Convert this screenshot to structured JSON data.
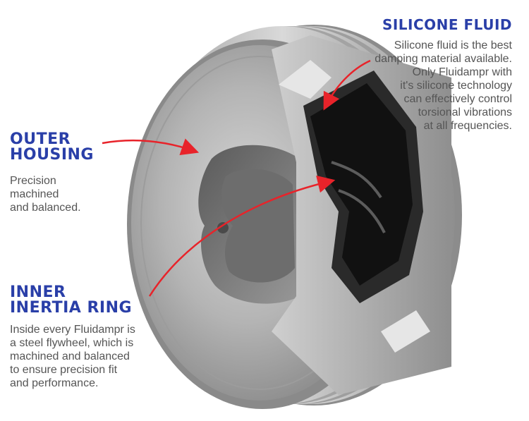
{
  "labels": {
    "silicone_fluid": {
      "title": "SILICONE FLUID",
      "lines": [
        "Silicone fluid is the best",
        "damping material available.",
        "Only Fluidampr with",
        "it's silicone technology",
        "can effectively control",
        "torsional vibrations",
        "at all frequencies."
      ]
    },
    "outer_housing": {
      "title_lines": [
        "OUTER",
        "HOUSING"
      ],
      "lines": [
        "Precision",
        "machined",
        "and balanced."
      ]
    },
    "inner_inertia_ring": {
      "title_lines": [
        "INNER",
        "INERTIA RING"
      ],
      "lines": [
        "Inside every Fluidampr is",
        "a steel flywheel, which is",
        "machined and balanced",
        "to ensure precision fit",
        "and performance."
      ]
    }
  },
  "colors": {
    "title": "#2a3fa8",
    "body_text": "#555555",
    "arrow": "#e8232a",
    "housing": "#a8a8a8",
    "silicone": "#1a1a1a"
  }
}
